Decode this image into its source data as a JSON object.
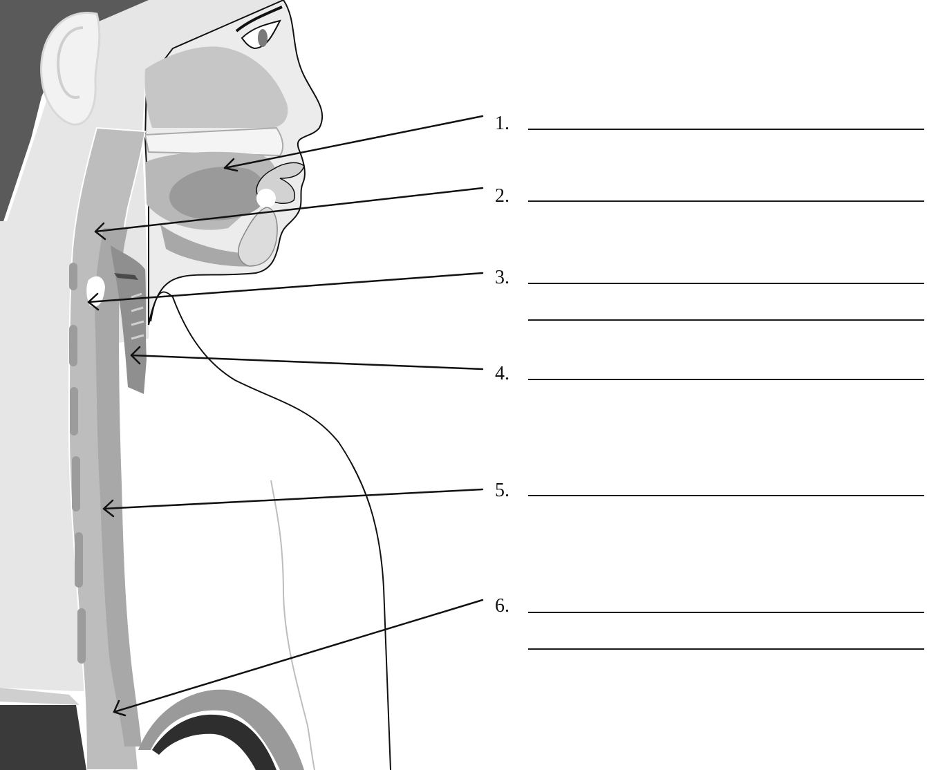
{
  "labels": [
    {
      "number": "1.",
      "blank_lines": 1
    },
    {
      "number": "2.",
      "blank_lines": 1
    },
    {
      "number": "3.",
      "blank_lines": 2
    },
    {
      "number": "4.",
      "blank_lines": 1
    },
    {
      "number": "5.",
      "blank_lines": 1
    },
    {
      "number": "6.",
      "blank_lines": 2
    }
  ],
  "colors": {
    "background": "#ffffff",
    "hair": "#5a5a5a",
    "skin": "#e6e6e6",
    "neck_light": "#efefef",
    "cavity": "#c6c6c6",
    "tongue": "#9a9a9a",
    "spine": "#bdbdbd",
    "vertebra": "#9c9c9c",
    "trachea": "#b5b5b5",
    "dark": "#3a3a3a",
    "line": "#111111"
  },
  "icons": [
    "pointer-arrow"
  ]
}
